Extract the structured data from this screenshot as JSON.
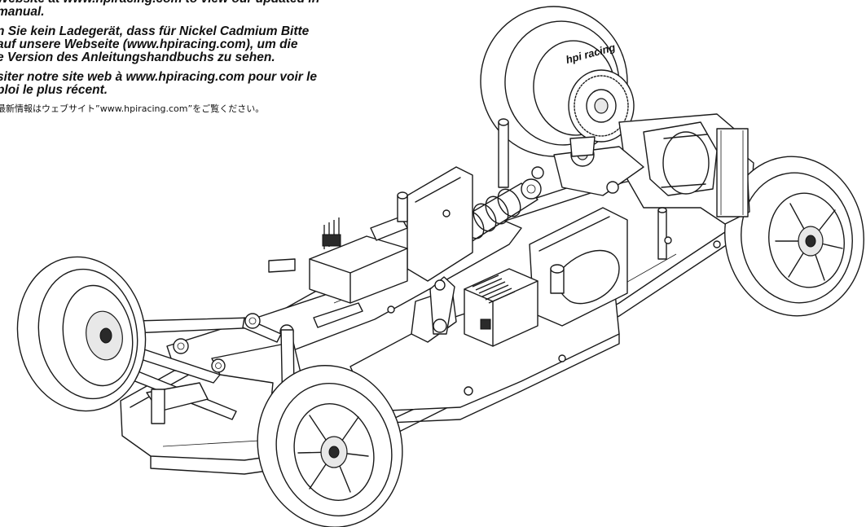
{
  "notes": {
    "english": "Website at www.hpiracing.com to view our updated in\nmanual.",
    "german": "n Sie kein Ladegerät, dass für Nickel Cadmium Bitte\n auf unsere Webseite (www.hpiracing.com), um die\ne Version des Anleitungshandbuchs zu sehen.",
    "french": "siter notre site web à www.hpiracing.com pour voir le\nploi le plus récent.",
    "japanese": "最新情報はウェブサイト”www.hpiracing.com”をご覧ください。"
  },
  "illustration": {
    "subject": "rc-formula-car-chassis-line-drawing",
    "logo_text": "hpi racing"
  }
}
